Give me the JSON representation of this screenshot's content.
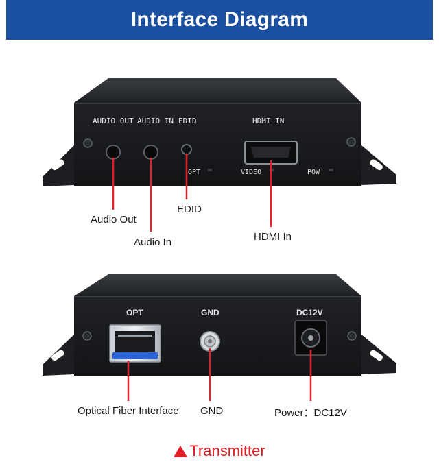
{
  "header": {
    "title": "Interface Diagram"
  },
  "front_panel": {
    "label_audio_out": "AUDIO OUT",
    "label_audio_in": "AUDIO IN",
    "label_edid": "EDID",
    "label_hdmi_in": "HDMI IN",
    "label_opt": "OPT",
    "label_video": "VIDEO",
    "label_pow": "POW"
  },
  "front_callouts": {
    "audio_out": "Audio Out",
    "audio_in": "Audio In",
    "edid": "EDID",
    "hdmi_in": "HDMI In"
  },
  "back_panel": {
    "label_opt": "OPT",
    "label_gnd": "GND",
    "label_dc": "DC12V"
  },
  "back_callouts": {
    "optical": "Optical Fiber Interface",
    "gnd": "GND",
    "power": "Power：DC12V"
  },
  "footer": {
    "text": "Transmitter"
  },
  "colors": {
    "header_bg": "#1b4fa0",
    "callout_line": "#e0202a",
    "footer_text": "#e21f26"
  }
}
